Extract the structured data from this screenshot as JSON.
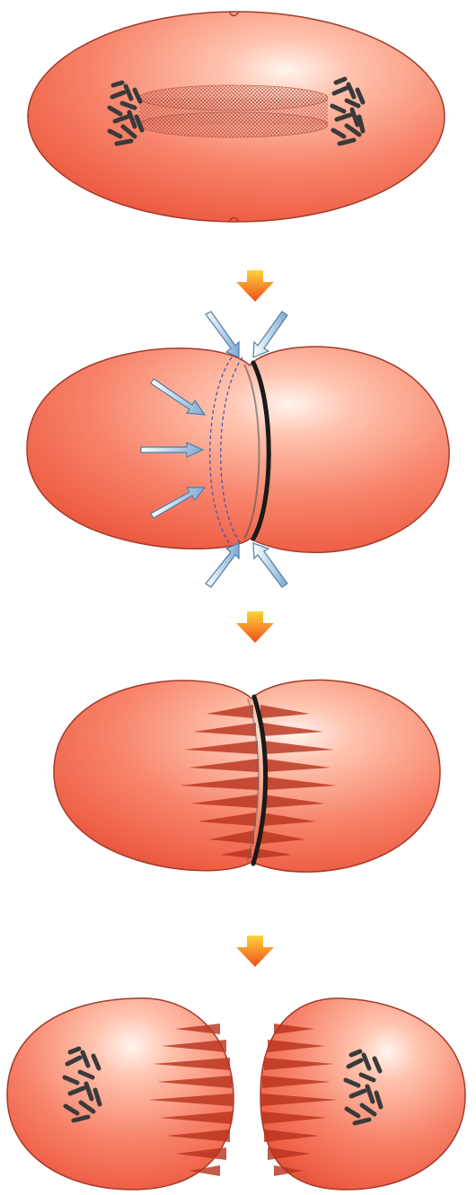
{
  "diagram": {
    "stages": [
      {
        "id": "stage-1",
        "shape": "ellipse",
        "chromosomes": true,
        "spindle": true
      },
      {
        "id": "stage-2",
        "shape": "constricting",
        "arrows": "contractile-ring-pressure"
      },
      {
        "id": "stage-3",
        "shape": "furrowed"
      },
      {
        "id": "stage-4",
        "shape": "two-daughter-cells",
        "chromosomes": true
      }
    ],
    "colors": {
      "cell_fill": "#f26f55",
      "cell_highlight": "#ffd2c4",
      "cell_shadow": "#c23a22",
      "cell_outline": "#a33a2a",
      "chromosome": "#3a3a3a",
      "furrow": "#1a1a1a",
      "pressure_arrow": "#8fb5d6",
      "pressure_arrow_outline": "#4d7ea8",
      "dashed_outline": "#3b52b0",
      "step_arrow_top": "#ffc526",
      "step_arrow_bottom": "#f04e1e"
    }
  }
}
